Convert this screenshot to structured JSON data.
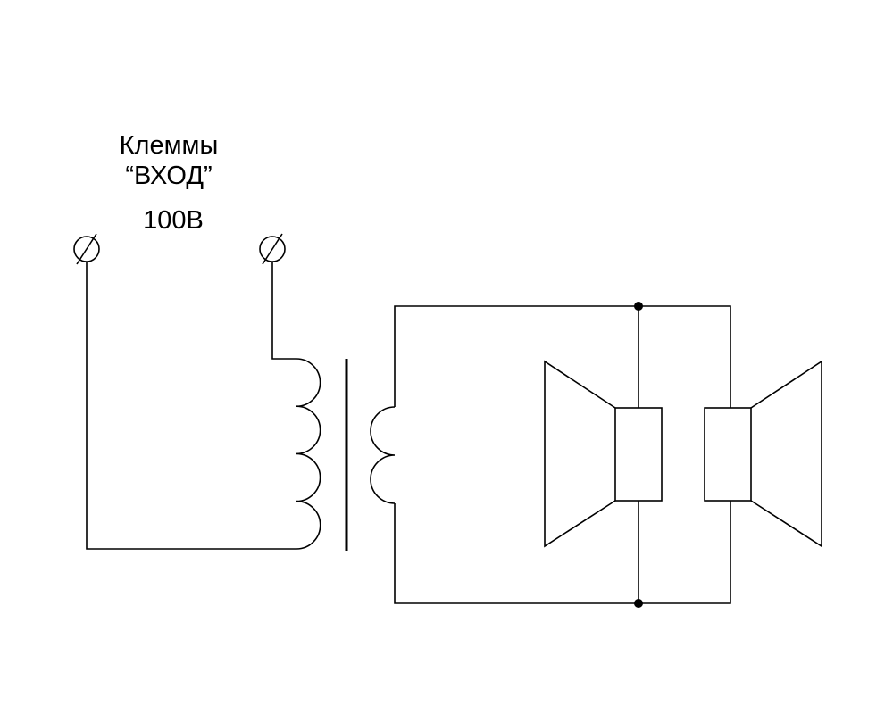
{
  "labels": {
    "terminals_title": "Клеммы",
    "terminals_name": "“ВХОД”",
    "voltage": "100В"
  },
  "colors": {
    "line": "#000000",
    "background": "#ffffff"
  },
  "components": {
    "input_terminals": 2,
    "transformer": {
      "primary_turns": 4,
      "secondary_turns": 2
    },
    "speakers": 2,
    "junction_dots": 2
  }
}
